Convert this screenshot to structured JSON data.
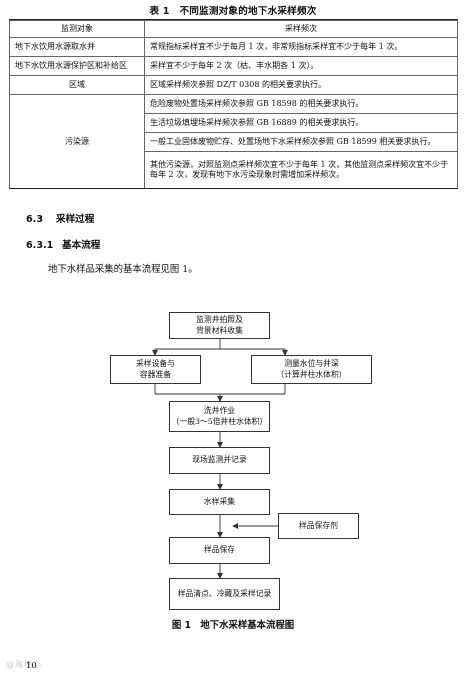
{
  "table": {
    "caption": "表 1　不同监测对象的地下水采样频次",
    "headers": [
      "监测对象",
      "采样频次"
    ],
    "rows": [
      [
        "地下水饮用水源取水井",
        "常规指标采样宜不少于每月 1 次，非常规指标采样宜不少于每年 1 次。"
      ],
      [
        "地下水饮用水源保护区和补给区",
        "采样宜不少于每年 2 次（枯、丰水期各 1 次）。"
      ],
      [
        "区域",
        "区域采样频次参照 DZ/T 0308 的相关要求执行。"
      ]
    ],
    "pollution_label": "污染源",
    "pollution_rows": [
      "危险废物处置场采样频次参照 GB 18598 的相关要求执行。",
      "生活垃圾填埋场采样频次参照 GB 16889 的相关要求执行。",
      "一般工业固体废物贮存、处置场地下水采样频次参照 GB 18599 相关要求执行。",
      "其他污染源，对照监测点采样频次宜不少于每年 1 次，其他监测点采样频次宜不少于每年 2 次，发现有地下水污染现象时需增加采样频次。"
    ]
  },
  "sections": {
    "s1_num": "6.3",
    "s1_title": "采样过程",
    "s2_num": "6.3.1",
    "s2_title": "基本流程",
    "paragraph": "地下水样品采集的基本流程见图 1。"
  },
  "flow": {
    "b1": "监测井拍照及\n背景材料收集",
    "b2": "采样设备与\n容器准备",
    "b3": "测量水位与井深\n（计算井柱水体积）",
    "b4": "洗井作业\n（一般3～5倍井柱水体积）",
    "b5": "现场监测并记录",
    "b6": "水样采集",
    "b7": "样品保存剂",
    "b8": "样品保存",
    "b9": "样品清点、冷藏及采样记录"
  },
  "figure_caption": "图 1　地下水采样基本流程图",
  "page_number": "10",
  "watermark": "@淘地心"
}
